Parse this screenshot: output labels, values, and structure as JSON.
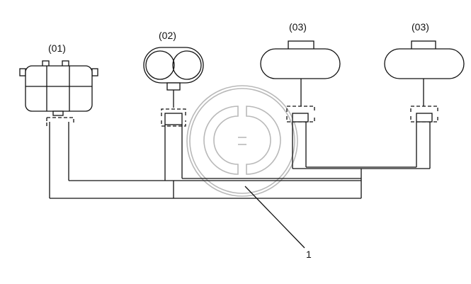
{
  "components": [
    {
      "id": "c1",
      "label": "(01)"
    },
    {
      "id": "c2",
      "label": "(02)"
    },
    {
      "id": "c3",
      "label": "(03)"
    },
    {
      "id": "c4",
      "label": "(03)"
    }
  ],
  "callout": {
    "label": "1"
  }
}
